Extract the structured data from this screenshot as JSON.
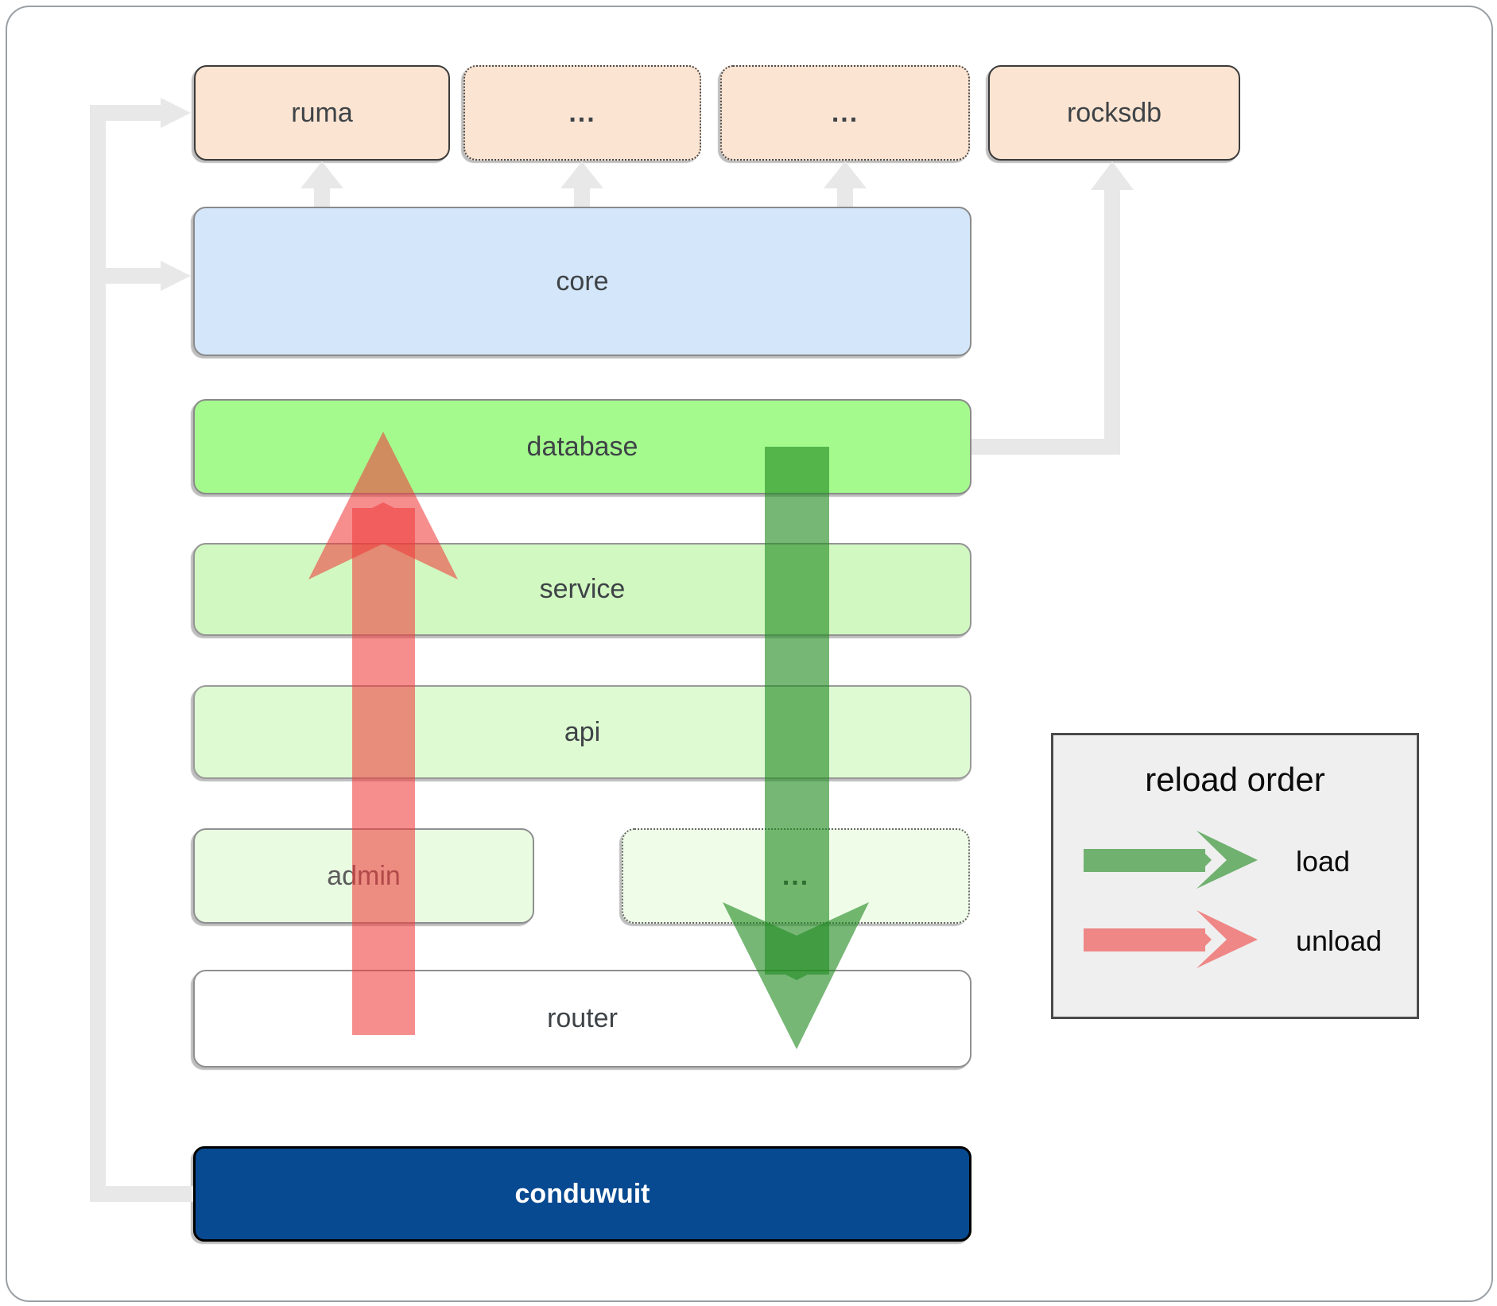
{
  "diagram": {
    "boxes": {
      "ruma": "ruma",
      "dots1": "...",
      "dots2": "...",
      "rocksdb": "rocksdb",
      "core": "core",
      "database": "database",
      "service": "service",
      "api": "api",
      "admin": "admin",
      "dots_row": "...",
      "router": "router",
      "conduwuit": "conduwuit"
    },
    "legend": {
      "title": "reload order",
      "load": "load",
      "unload": "unload"
    },
    "colors": {
      "load_arrow_green": "#228b22",
      "unload_arrow_red": "#f03c3c",
      "database_green": "#a5fa8e",
      "core_blue": "#d4e6f9",
      "module_peach": "#fce4d2",
      "conduwuit_navy": "#084a91",
      "connector_gray": "#e8e8e8",
      "legend_bg": "#efefef"
    }
  }
}
